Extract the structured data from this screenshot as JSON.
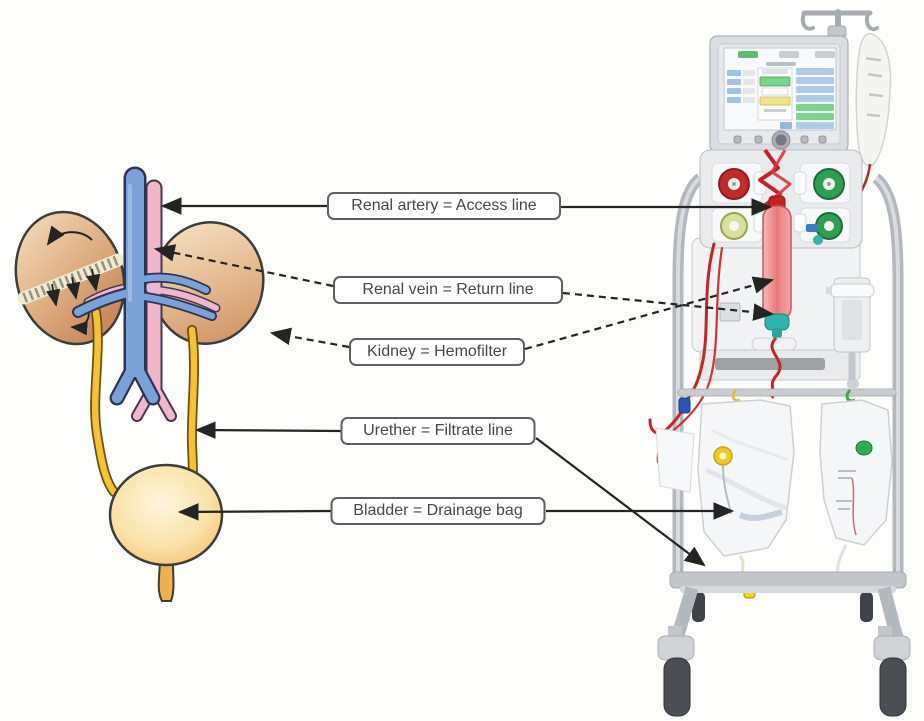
{
  "figure": {
    "labels": [
      {
        "text": "Renal artery = Access line"
      },
      {
        "text": "Renal vein = Return line"
      },
      {
        "text": "Kidney = Hemofilter"
      },
      {
        "text": "Urether = Filtrate line"
      },
      {
        "text": "Bladder = Drainage bag"
      }
    ],
    "colors": {
      "vein_blue": "#7ba2d8",
      "artery_pink": "#f2b6cc",
      "ureter_yellow": "#f4c233",
      "bladder_orange": "#f5b95e",
      "blood_red": "#c22525",
      "pump_red": "#c22a2a",
      "pump_green": "#2e9e52",
      "pump_lime": "#d9e09a",
      "cap_teal": "#2fb3ab",
      "port_yellow": "#f2c929",
      "port_green": "#2fae58",
      "connector_line": "#242424"
    }
  }
}
